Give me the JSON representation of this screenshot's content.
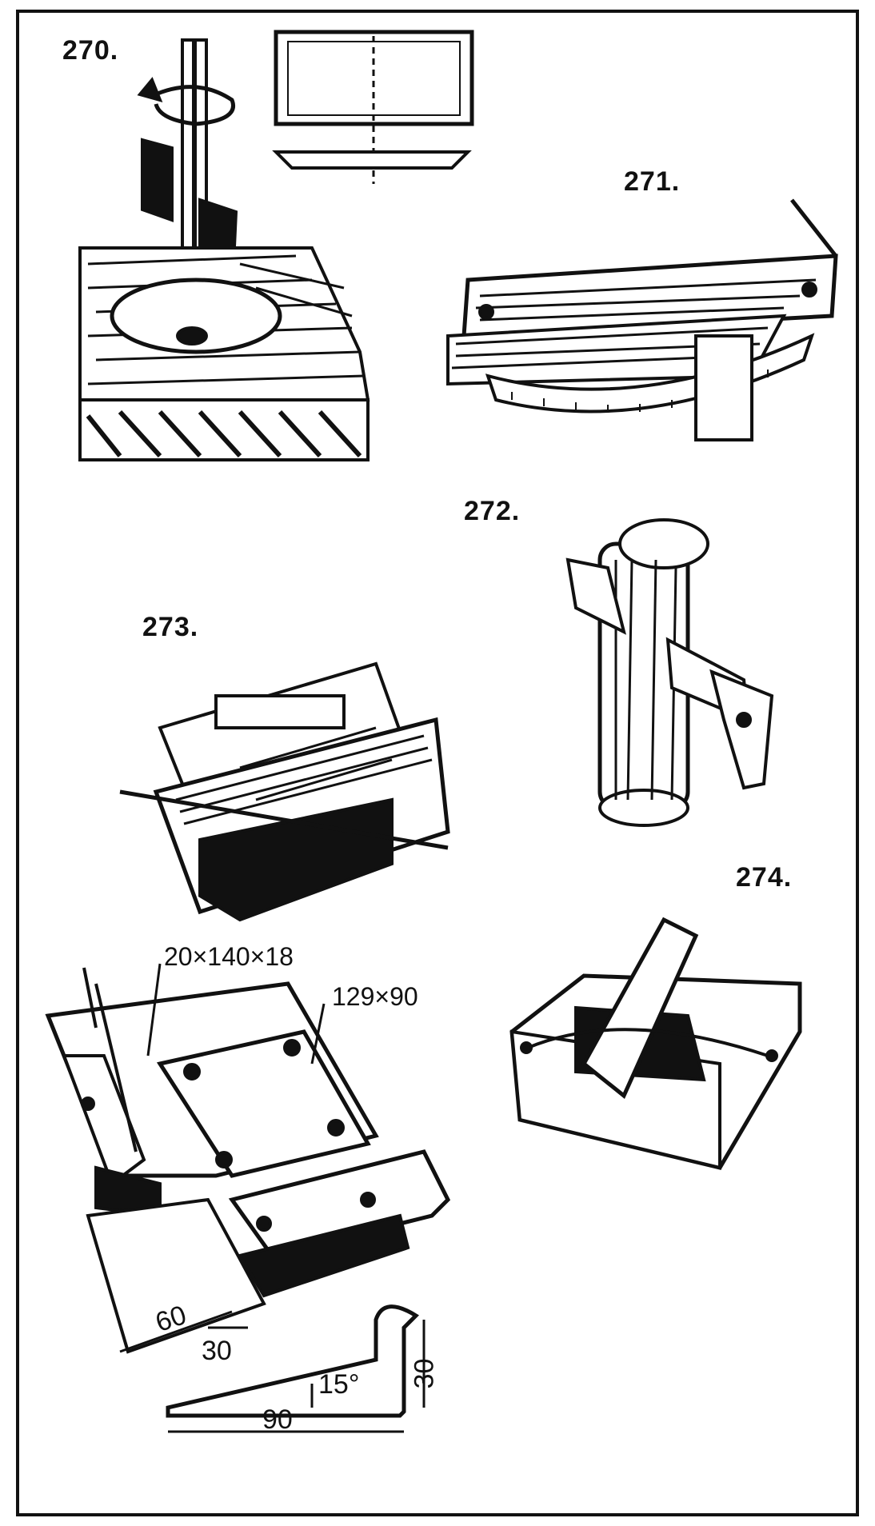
{
  "figures": {
    "fig270": {
      "number": "270."
    },
    "fig271": {
      "number": "271."
    },
    "fig272": {
      "number": "272."
    },
    "fig273": {
      "number": "273."
    },
    "fig274": {
      "number": "274."
    }
  },
  "dimensions": {
    "board_size": "20×140×18",
    "plate_size": "129×90",
    "width_60": "60",
    "width_30": "30",
    "height_30": "30",
    "angle": "15°",
    "length_90": "90"
  },
  "colors": {
    "ink": "#111111",
    "paper": "#ffffff"
  }
}
